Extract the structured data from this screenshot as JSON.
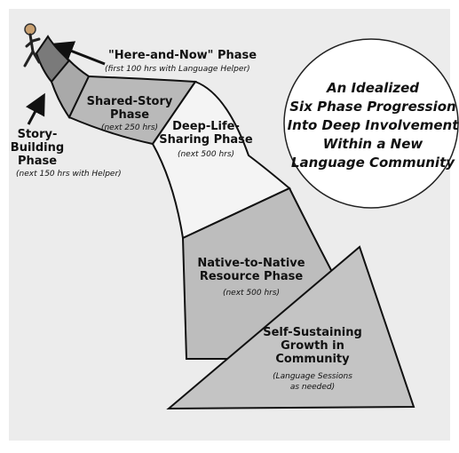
{
  "callout": {
    "lines": [
      "An Idealized",
      "Six Phase Progression",
      "Into Deep Involvement",
      "Within a New",
      "Language Community"
    ]
  },
  "phases": {
    "here_and_now": {
      "title": "\"Here-and-Now\" Phase",
      "note": "(first 100 hrs with Language Helper)"
    },
    "story_building": {
      "title_1": "Story-",
      "title_2": "Building",
      "title_3": "Phase",
      "note": "(next 150 hrs with Helper)"
    },
    "shared_story": {
      "title_1": "Shared-Story",
      "title_2": "Phase",
      "note": "(next 250 hrs)"
    },
    "deep_life": {
      "title_1": "Deep-Life-",
      "title_2": "Sharing Phase",
      "note": "(next 500 hrs)"
    },
    "native_resource": {
      "title_1": "Native-to-Native",
      "title_2": "Resource Phase",
      "note": "(next 500 hrs)"
    },
    "self_sustaining": {
      "title_1": "Self-Sustaining",
      "title_2": "Growth in",
      "title_3": "Community",
      "note_1": "(Language Sessions",
      "note_2": "as needed)"
    }
  },
  "colors": {
    "background": "#ffffff",
    "panel": "#ececec",
    "phase_dark": "#7a7a7a",
    "phase_mid": "#a9a9a9",
    "phase_light": "#f4f4f4",
    "phase_gray": "#bdbdbd",
    "outline": "#111111"
  },
  "icons": [
    "walking-figure-icon",
    "arrow-icon"
  ]
}
